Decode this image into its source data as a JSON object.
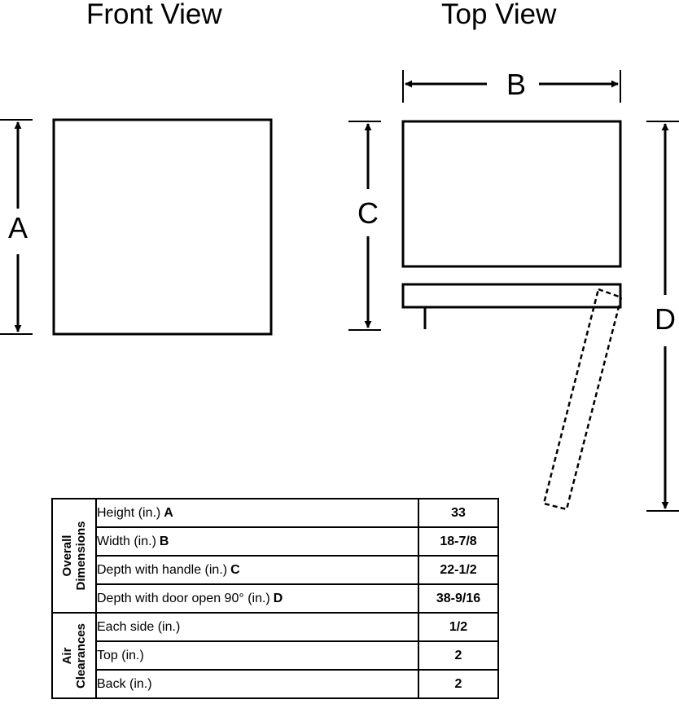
{
  "views": {
    "front_title": "Front View",
    "top_title": "Top View"
  },
  "dimension_labels": {
    "a": "A",
    "b": "B",
    "c": "C",
    "d": "D"
  },
  "table": {
    "groups": [
      {
        "label": "Overall\nDimensions",
        "rows": [
          {
            "desc": "Height  (in.)",
            "letter": "A",
            "value": "33"
          },
          {
            "desc": "Width (in.)",
            "letter": "B",
            "value": "18-7/8"
          },
          {
            "desc": "Depth with handle  (in.)",
            "letter": "C",
            "value": "22-1/2"
          },
          {
            "desc": "Depth with door open 90° (in.)",
            "letter": "D",
            "value": "38-9/16"
          }
        ]
      },
      {
        "label": "Air\nClearances",
        "rows": [
          {
            "desc": "Each side (in.)",
            "letter": "",
            "value": "1/2"
          },
          {
            "desc": "Top (in.)",
            "letter": "",
            "value": "2"
          },
          {
            "desc": "Back (in.)",
            "letter": "",
            "value": "2"
          }
        ]
      }
    ]
  }
}
